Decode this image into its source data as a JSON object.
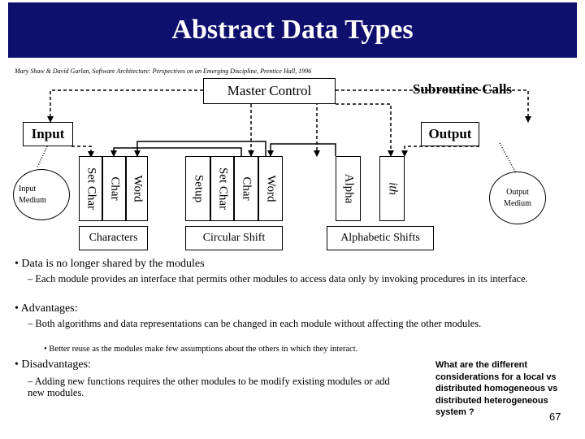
{
  "slide": {
    "title": "Abstract Data Types",
    "citation": "Mary Shaw & David Garlan, Software Architecture: Perspectives on an Emerging Discipline, Prentice Hall, 1996",
    "page_number": "67"
  },
  "diagram": {
    "master_control": "Master Control",
    "subroutine_calls": "Subroutine Calls",
    "input": "Input",
    "output": "Output",
    "input_medium": "Input Medium",
    "output_medium": "Output Medium",
    "characters_module": {
      "label": "Characters",
      "operations": [
        "Word",
        "Char",
        "Set Char"
      ]
    },
    "circular_shift_module": {
      "label": "Circular Shift",
      "operations": [
        "Word",
        "Char",
        "Set Char",
        "Setup"
      ]
    },
    "alphabetic_shifts_module": {
      "label": "Alphabetic Shifts",
      "operations": [
        "ith",
        "Alpha"
      ]
    }
  },
  "content": {
    "bullet1": "• Data is no longer shared by the modules",
    "bullet1_sub": "– Each module provides an interface that permits other modules to access data only by invoking procedures in its interface.",
    "bullet2": "• Advantages:",
    "bullet2_sub": "– Both algorithms and data representations can be changed in each module without affecting the other modules.",
    "bullet2_subsub": "• Better reuse as the modules make few assumptions about the others in which they interact.",
    "bullet3": "• Disadvantages:",
    "bullet3_sub": "– Adding new functions requires the other modules to be modify existing modules or add new modules.",
    "side_note": "What are the different considerations for a local vs distributed homogeneous vs distributed heterogeneous system ?"
  }
}
